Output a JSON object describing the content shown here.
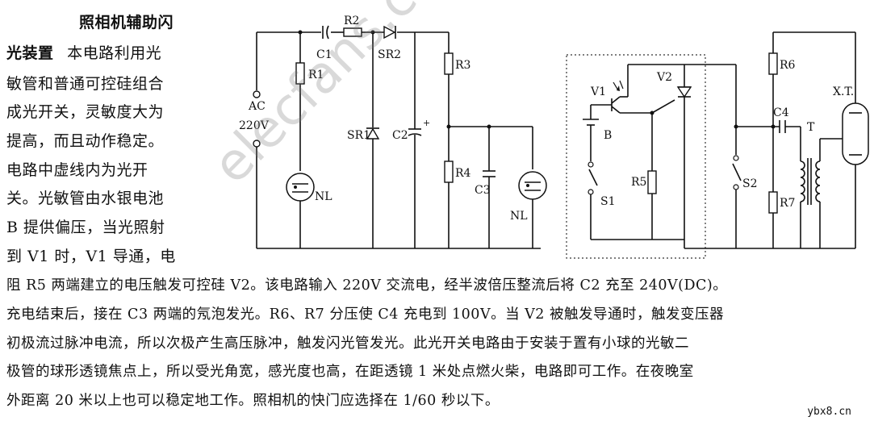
{
  "article": {
    "title_part1": "照相机辅助闪",
    "title_part2": "光装置",
    "line1_rest": "本电路利用光",
    "line2": "敏管和普通可控硅组合",
    "line3": "成光开关，灵敏度大为",
    "line4": "提高，而且动作稳定。",
    "line5": "电路中虚线内为光开",
    "line6": "关。光敏管由水银电池",
    "line7": "B 提供偏压，当光照射",
    "line8": "到 V1 时，V1 导通，电",
    "line9": "阻 R5 两端建立的电压触发可控硅 V2。该电路输入 220V 交流电，经半波倍压整流后将 C2 充至 240V(DC)。",
    "line10": "充电结束后，接在 C3 两端的氖泡发光。R6、R7 分压使 C4 充电到 100V。当 V2 被触发导通时，触发变压器",
    "line11": "初极流过脉冲电流，所以次极产生高压脉冲，触发闪光管发光。此光开关电路由于安装于置有小球的光敏二",
    "line12": "极管的球形透镜焦点上，所以受光角宽，感光度也高，在距透镜 1 米处点燃火柴，电路即可工作。在夜晚室",
    "line13": "外距离 20 米以上也可以稳定地工作。照相机的快门应选择在 1/60 秒以下。"
  },
  "diagram": {
    "labels": {
      "ac": "AC",
      "v220": "220V",
      "r1": "R1",
      "c1": "C1",
      "r2": "R2",
      "sr2": "SR2",
      "sr1": "SR1",
      "c2": "C2",
      "r3": "R3",
      "r4": "R4",
      "c3": "C3",
      "nl_left": "NL",
      "nl_right": "NL",
      "v1": "V1",
      "v2": "V2",
      "b": "B",
      "s1": "S1",
      "r5": "R5",
      "s2": "S2",
      "r6": "R6",
      "r7": "R7",
      "c4": "C4",
      "t": "T",
      "xt": "X.T."
    }
  },
  "watermark": "elecfans.com",
  "site_mark": "ybx8.cn"
}
